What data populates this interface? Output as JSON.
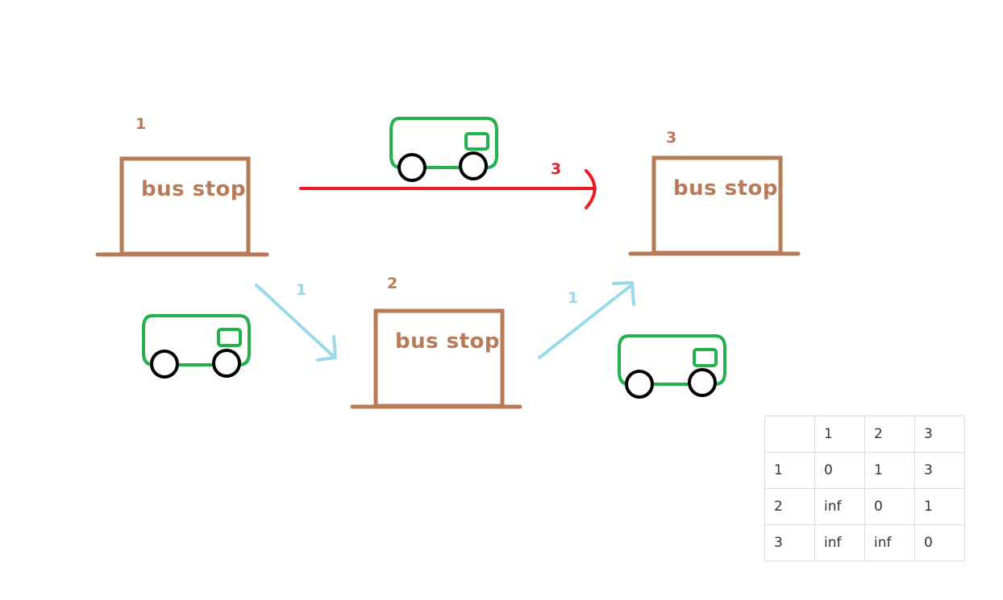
{
  "stops": [
    {
      "num": "1",
      "label": "bus stop"
    },
    {
      "num": "2",
      "label": "bus stop"
    },
    {
      "num": "3",
      "label": "bus stop"
    }
  ],
  "edges": [
    {
      "from": "1",
      "to": "3",
      "weight": "3",
      "color": "#ed1c24"
    },
    {
      "from": "1",
      "to": "2",
      "weight": "1",
      "color": "#99d9ea"
    },
    {
      "from": "2",
      "to": "3",
      "weight": "1",
      "color": "#99d9ea"
    }
  ],
  "colors": {
    "stop": "#b97a57",
    "bus_body": "#22b14c",
    "bus_wheel": "#000000"
  },
  "table": {
    "header": [
      "",
      "1",
      "2",
      "3"
    ],
    "rows": [
      [
        "1",
        "0",
        "1",
        "3"
      ],
      [
        "2",
        "inf",
        "0",
        "1"
      ],
      [
        "3",
        "inf",
        "inf",
        "0"
      ]
    ]
  }
}
